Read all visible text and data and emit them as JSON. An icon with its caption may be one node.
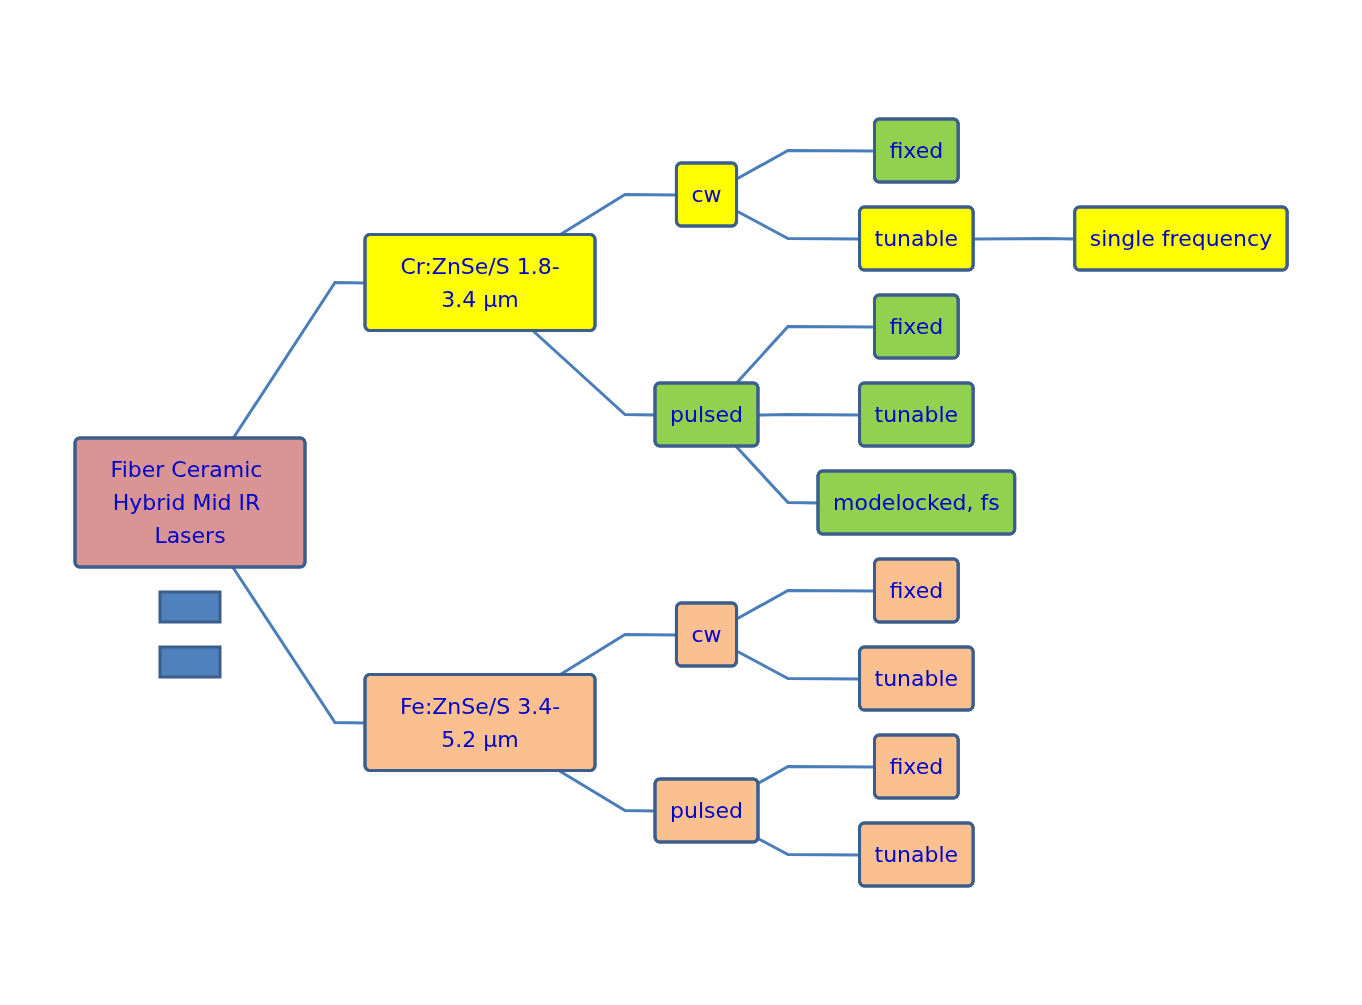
{
  "diagram": {
    "nodes": [
      {
        "text": [
          "Fiber Ceramic Hybrid Mid IR Lasers"
        ]
      },
      {
        "text": [
          "Cr:ZnSe/S 1.8-3.4 µm"
        ]
      },
      {
        "text": [
          "cw"
        ]
      },
      {
        "text": [
          "fixed"
        ]
      },
      {
        "text": [
          "tunable"
        ]
      },
      {
        "text": [
          "single frequency"
        ]
      },
      {
        "text": [
          "pulsed"
        ]
      },
      {
        "text": [
          "fixed"
        ]
      },
      {
        "text": [
          "tunable"
        ]
      },
      {
        "text": [
          "modelocked, fs"
        ]
      },
      {
        "text": [
          "Fe:ZnSe/S 3.4-5.2 µm"
        ]
      },
      {
        "text": [
          "cw"
        ]
      },
      {
        "text": [
          "fixed"
        ]
      },
      {
        "text": [
          "tunable"
        ]
      },
      {
        "text": [
          "pulsed"
        ]
      },
      {
        "text": [
          "fixed"
        ]
      },
      {
        "text": [
          "tunable"
        ]
      },
      {
        "text": [],
        "shape": "box"
      },
      {
        "text": [],
        "shape": "box"
      }
    ],
    "edges": [
      {
        "from": 0,
        "to": 1,
        "arrow": "none"
      },
      {
        "from": 1,
        "to": 2,
        "arrow": "none"
      },
      {
        "from": 2,
        "to": 3,
        "arrow": "none"
      },
      {
        "from": 2,
        "to": 4,
        "arrow": "none"
      },
      {
        "from": 4,
        "to": 5,
        "arrow": "none"
      },
      {
        "from": 1,
        "to": 6,
        "arrow": "none"
      },
      {
        "from": 6,
        "to": 7,
        "arrow": "none"
      },
      {
        "from": 6,
        "to": 8,
        "arrow": "none"
      },
      {
        "from": 6,
        "to": 9,
        "arrow": "none"
      },
      {
        "from": 0,
        "to": 10,
        "arrow": "none"
      },
      {
        "from": 10,
        "to": 11,
        "arrow": "none"
      },
      {
        "from": 11,
        "to": 12,
        "arrow": "none"
      },
      {
        "from": 11,
        "to": 13,
        "arrow": "none"
      },
      {
        "from": 10,
        "to": 14,
        "arrow": "none"
      },
      {
        "from": 14,
        "to": 15,
        "arrow": "none"
      },
      {
        "from": 14,
        "to": 16,
        "arrow": "none"
      }
    ]
  }
}
